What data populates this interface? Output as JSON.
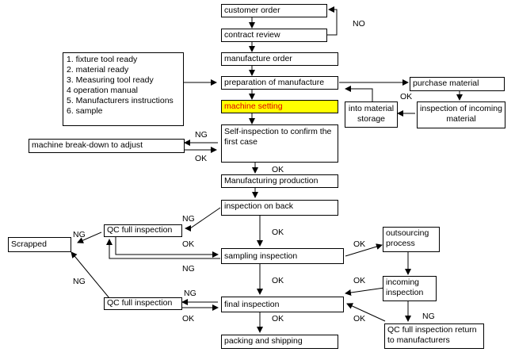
{
  "nodes": {
    "customer_order": "customer order",
    "contract_review": "contract review",
    "manufacture_order": "manufacture order",
    "preparation": "preparation of manufacture",
    "machine_setting": "machine setting",
    "self_inspection": "Self-inspection to confirm the first case",
    "manufacturing_production": "Manufacturing production",
    "inspection_on_back": "inspection on back",
    "sampling_inspection": "sampling inspection",
    "final_inspection": "final inspection",
    "packing_shipping": "packing and shipping",
    "purchase_material": "purchase material",
    "inspection_incoming_material": "inspection of incoming material",
    "into_material_storage": "into material storage",
    "machine_breakdown": "machine break-down to adjust",
    "qc_full_inspection_1": "QC full inspection",
    "qc_full_inspection_2": "QC full inspection",
    "scrapped": "Scrapped",
    "outsourcing_process": "outsourcing process",
    "incoming_inspection": "incoming inspection",
    "qc_return": "QC full inspection return to manufacturers"
  },
  "preparation_list": [
    "1. fixture tool ready",
    "2. material ready",
    "3. Measuring tool ready",
    "4 operation manual",
    "5. Manufacturers instructions",
    "6. sample"
  ],
  "labels": {
    "no": "NO",
    "ok": "OK",
    "ng": "NG"
  },
  "colors": {
    "highlight_fill": "#ffff00",
    "highlight_text": "#e00000",
    "line": "#000000"
  }
}
